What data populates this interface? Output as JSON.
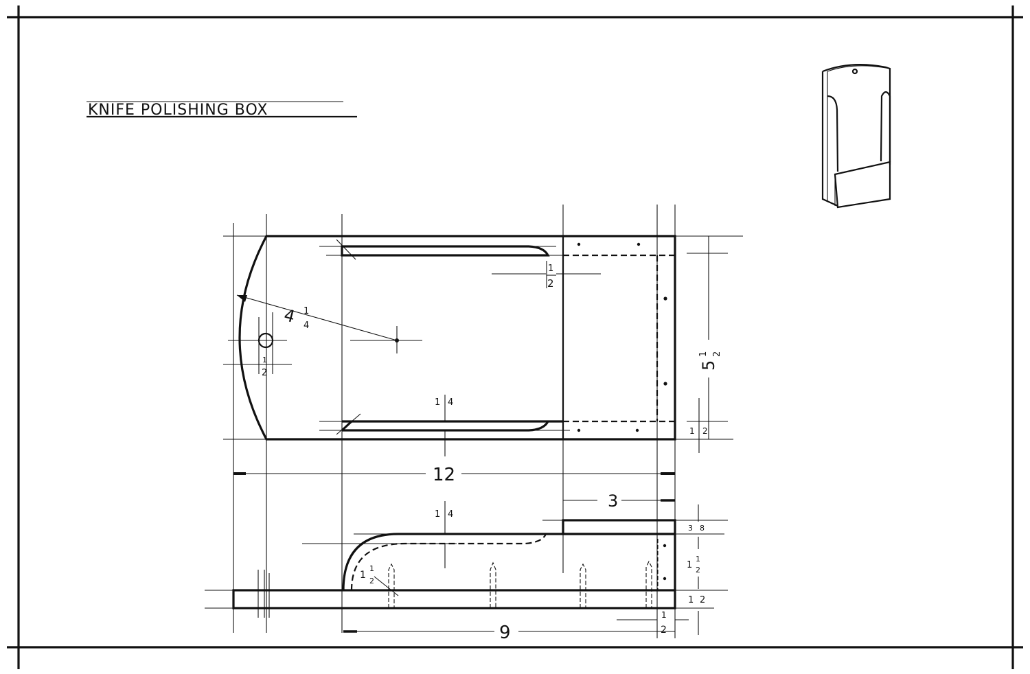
{
  "title": "KNIFE POLISHING BOX",
  "colors": {
    "ink": "#111111",
    "paper": "#ffffff"
  },
  "dimensions": {
    "radius": {
      "whole": "4",
      "num": "1",
      "den": "4"
    },
    "slot_gap": {
      "num": "1",
      "den": "2"
    },
    "hole": {
      "num": "1",
      "den": "2"
    },
    "slot_depth_top": {
      "num": "1",
      "den": "4"
    },
    "width": {
      "whole": "5",
      "num": "1",
      "den": "2"
    },
    "edge_top_view": {
      "num": "1",
      "den": "2"
    },
    "overall_length": "12",
    "front_length": "3",
    "base_length": "9",
    "upright_thickness": {
      "num": "1",
      "den": "4"
    },
    "front_top": {
      "num": "3",
      "den": "8"
    },
    "front_height": {
      "whole": "1",
      "num": "1",
      "den": "2"
    },
    "base_thickness": {
      "num": "1",
      "den": "2"
    },
    "bend_radius": {
      "whole": "1",
      "num": "1",
      "den": "2"
    },
    "end_thickness": {
      "num": "1",
      "den": "2"
    }
  }
}
